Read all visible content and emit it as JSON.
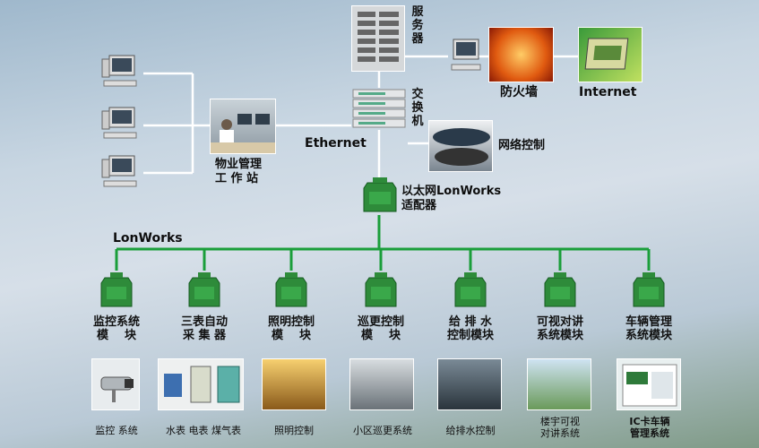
{
  "nodes": {
    "server": "服务器",
    "firewall": "防火墙",
    "internet": "Internet",
    "switch": "交换机",
    "ethernet": "Ethernet",
    "network_control": "网络控制",
    "workstation_line1": "物业管理",
    "workstation_line2": "工 作 站",
    "adapter_line1": "以太网LonWorks",
    "adapter_line2": "适配器",
    "lonworks_bus": "LonWorks"
  },
  "modules": [
    {
      "line1": "监控系统",
      "line2": "模    块",
      "caption1": "监控 系统",
      "caption2": "",
      "icon": "cctv-camera-icon"
    },
    {
      "line1": "三表自动",
      "line2": "采 集 器",
      "caption1": "水表 电表 煤气表",
      "caption2": "",
      "icon": "meters-icon"
    },
    {
      "line1": "照明控制",
      "line2": "模    块",
      "caption1": "照明控制",
      "caption2": "",
      "icon": "lighting-icon"
    },
    {
      "line1": "巡更控制",
      "line2": "模    块",
      "caption1": "小区巡更系统",
      "caption2": "",
      "icon": "patrol-icon"
    },
    {
      "line1": "给 排 水",
      "line2": "控制模块",
      "caption1": "给排水控制",
      "caption2": "",
      "icon": "pump-icon"
    },
    {
      "line1": "可视对讲",
      "line2": "系统模块",
      "caption1": "楼宇可视",
      "caption2": "对讲系统",
      "icon": "intercom-icon"
    },
    {
      "line1": "车辆管理",
      "line2": "系统模块",
      "caption1": "IC卡车辆",
      "caption2": "管理系统",
      "icon": "parking-icon"
    }
  ],
  "colors": {
    "bus_green": "#1a9e3a",
    "link_white": "#ffffff",
    "module_green": "#2e8b3a"
  }
}
